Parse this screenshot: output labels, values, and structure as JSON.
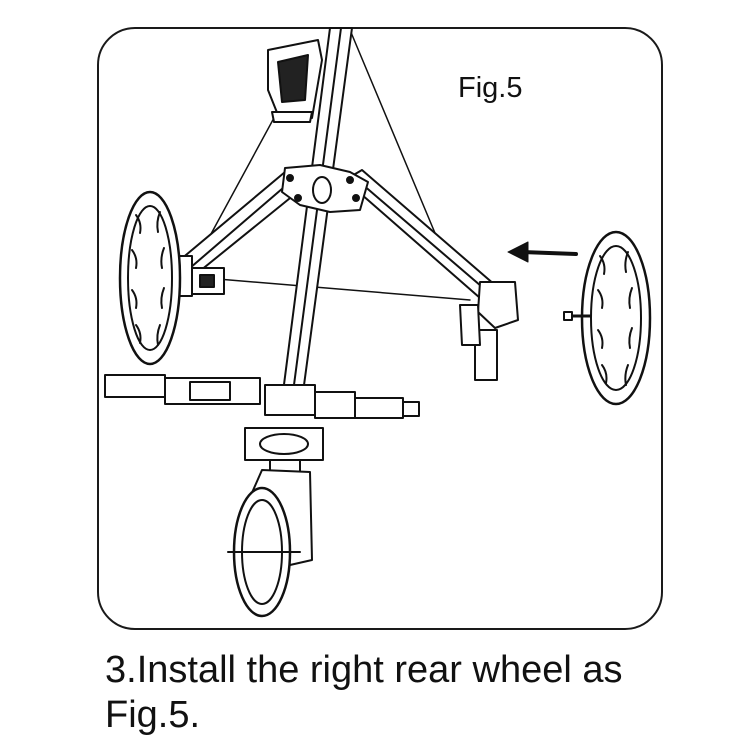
{
  "figure": {
    "label": "Fig.5",
    "illustration": "golf-push-cart-right-rear-wheel-installation"
  },
  "caption": {
    "line1": "3.Install the right rear wheel as",
    "line2": "Fig.5."
  }
}
